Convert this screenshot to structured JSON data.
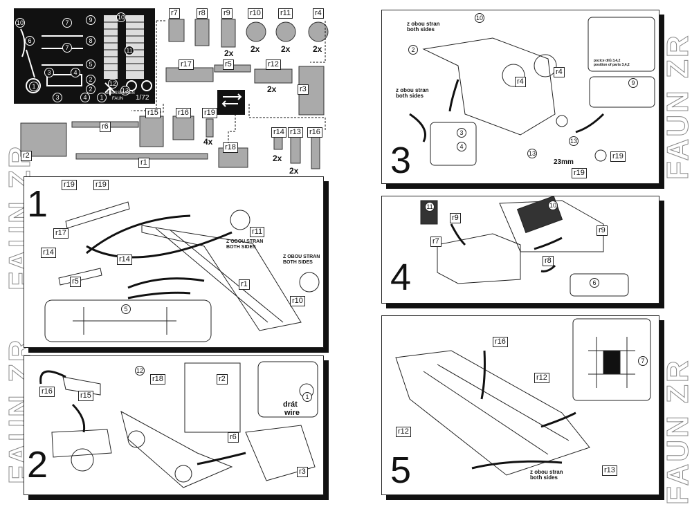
{
  "side_text": {
    "left": "FAUN ZR",
    "right": "FAUN ZR"
  },
  "fret": {
    "brand": "GLEISSPUREN",
    "brand2": "FAUN",
    "scale": "1/72",
    "numbers": [
      "1",
      "2",
      "3",
      "4",
      "5",
      "6",
      "7",
      "8",
      "9",
      "10",
      "11",
      "12",
      "13"
    ]
  },
  "parts_sheet": {
    "labels": [
      "r7",
      "r8",
      "r9",
      "r10",
      "r11",
      "r4",
      "r17",
      "r5",
      "r12",
      "r3",
      "r15",
      "r16",
      "r19",
      "r6",
      "r2",
      "r1",
      "r18",
      "r14",
      "r13",
      "r16"
    ],
    "counts": {
      "r9": "2x",
      "r10": "2x",
      "r11": "2x",
      "r4": "2x",
      "r12": "2x",
      "r19": "4x",
      "r14": "2x",
      "r13": "2x"
    }
  },
  "steps": {
    "step1": {
      "number": "1",
      "labels": [
        "r19",
        "r19",
        "r17",
        "r14",
        "r14",
        "r5",
        "r11",
        "r1",
        "r10"
      ],
      "circled": [
        "5"
      ],
      "note_both_sides_1": "Z OBOU STRAN\nBOTH SIDES",
      "note_both_sides_2": "Z OBOU STRAN\nBOTH SIDES"
    },
    "step2": {
      "number": "2",
      "labels": [
        "r16",
        "r15",
        "r18",
        "r2",
        "r6",
        "r3"
      ],
      "circled": [
        "12",
        "1"
      ],
      "wire_cz": "drát",
      "wire_en": "wire"
    },
    "step3": {
      "number": "3",
      "labels": [
        "r4",
        "r4",
        "r19",
        "r19"
      ],
      "circled": [
        "10",
        "2",
        "3",
        "4",
        "9",
        "13",
        "13"
      ],
      "note_top": "z obou stran\nboth sides",
      "note_mid": "z obou stran\nboth sides",
      "dimension": "23mm",
      "position_note": "pozice  dílů  3,4,2\nposition of parts 3,4,2"
    },
    "step4": {
      "number": "4",
      "labels": [
        "r9",
        "r9",
        "r7",
        "r8"
      ],
      "circled": [
        "11",
        "10",
        "6"
      ]
    },
    "step5": {
      "number": "5",
      "labels": [
        "r16",
        "r12",
        "r12",
        "r13"
      ],
      "circled": [
        "7"
      ],
      "note": "z obou stran\nboth sides"
    }
  }
}
